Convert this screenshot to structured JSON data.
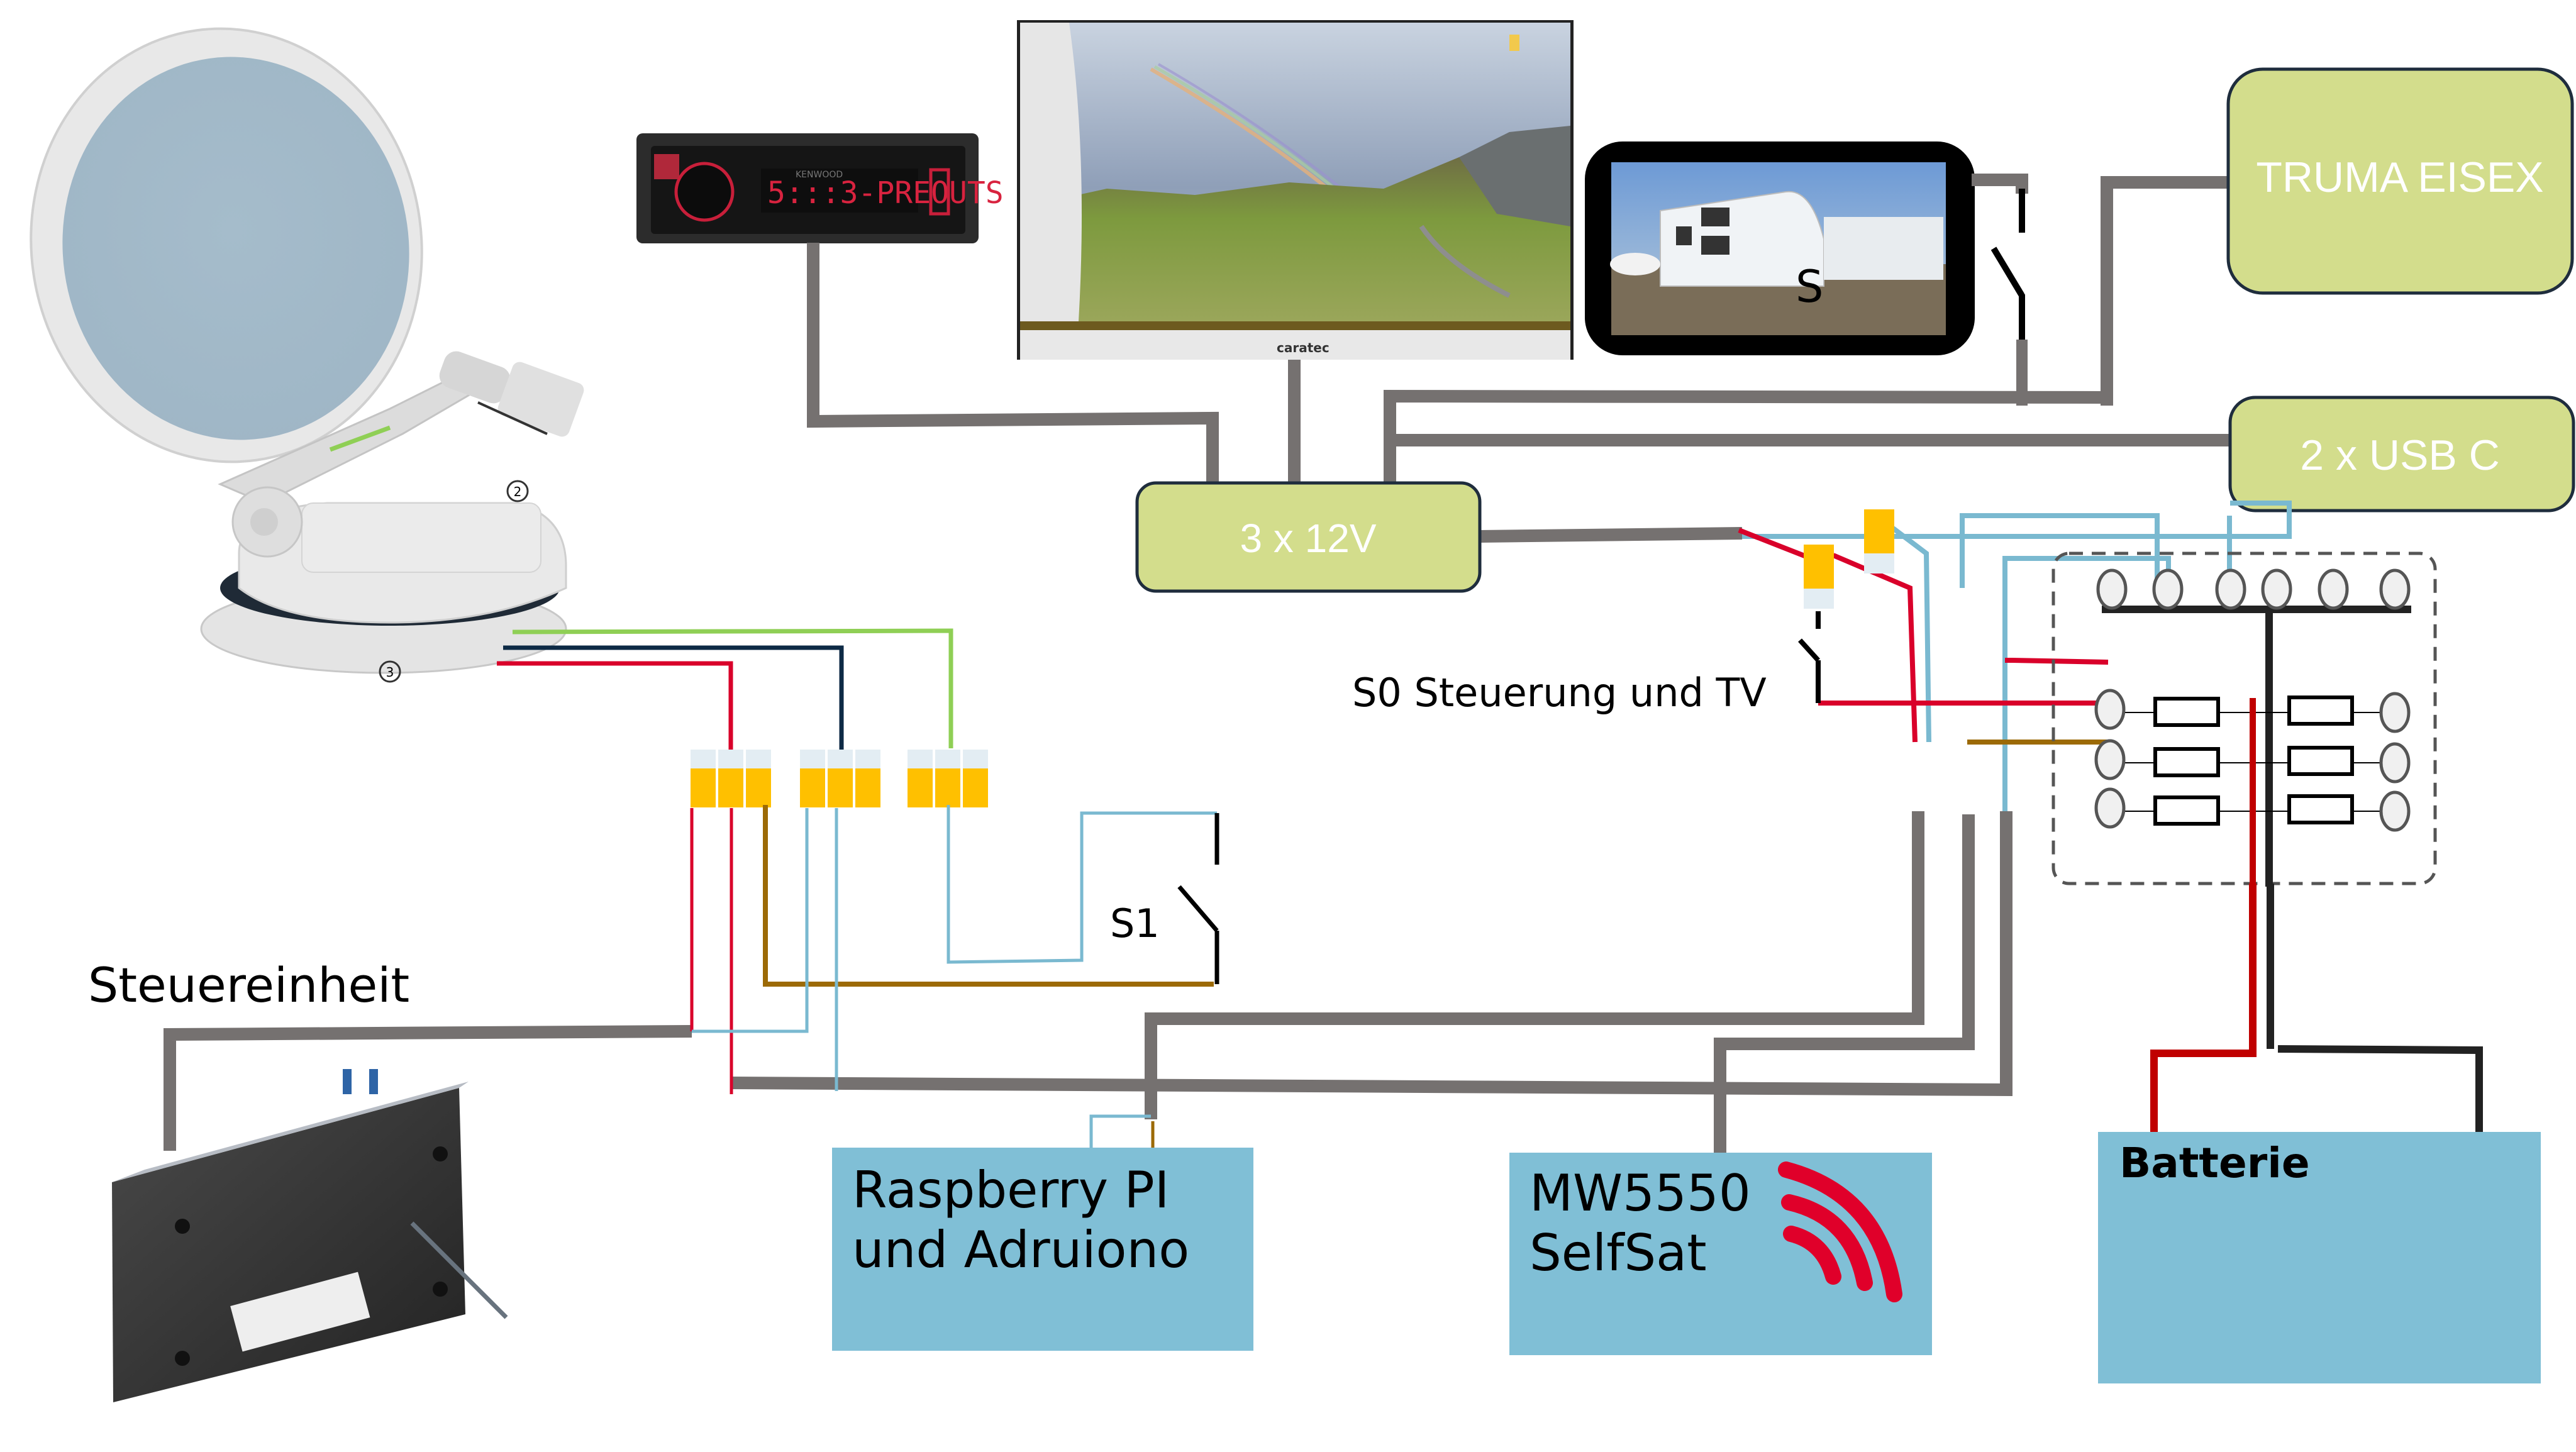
{
  "colors": {
    "power_grey": "#757170",
    "green_box": "#d3dd8c",
    "green_box_border": "#1f2d3d",
    "blue_box": "#80bfd6",
    "wire_red": "#d9002a",
    "wire_darkred": "#c00000",
    "wire_navy": "#0d2a45",
    "wire_green": "#8fcf55",
    "wire_lightblue": "#7ab9d0",
    "wire_brown": "#9c6a06",
    "wire_black": "#000000",
    "terminal_yellow": "#ffc000",
    "terminal_white": "#e3edf3",
    "fusebox_dash": "#555555",
    "wifi_red": "#e0002a"
  },
  "components": {
    "satellite_dish": {
      "label_marks": [
        "2",
        "3"
      ]
    },
    "radio": {
      "brand": "KENWOOD",
      "display_text": "5:::3-PREOUTS"
    },
    "tv": {
      "brand": "caratec"
    },
    "rear_camera_monitor": {
      "switch_label": "S"
    },
    "truma": {
      "label": "TRUMA EISEX"
    },
    "usb": {
      "label": "2 x USB C"
    },
    "power_12v": {
      "label": "3 x 12V"
    },
    "switch_s0": {
      "label": "S0 Steuerung und TV"
    },
    "switch_s1": {
      "label": "S1"
    },
    "control_unit": {
      "label": "Steuereinheit"
    },
    "raspberry": {
      "line1": "Raspberry PI",
      "line2": "und Adruiono"
    },
    "selfsat": {
      "line1": "MW5550",
      "line2": "SelfSat"
    },
    "battery": {
      "label": "Batterie"
    },
    "fusebox": {
      "busbar_terminals": 6,
      "fuse_rows": 3
    }
  },
  "terminal_blocks": {
    "groups": 3,
    "per_group": 3
  }
}
